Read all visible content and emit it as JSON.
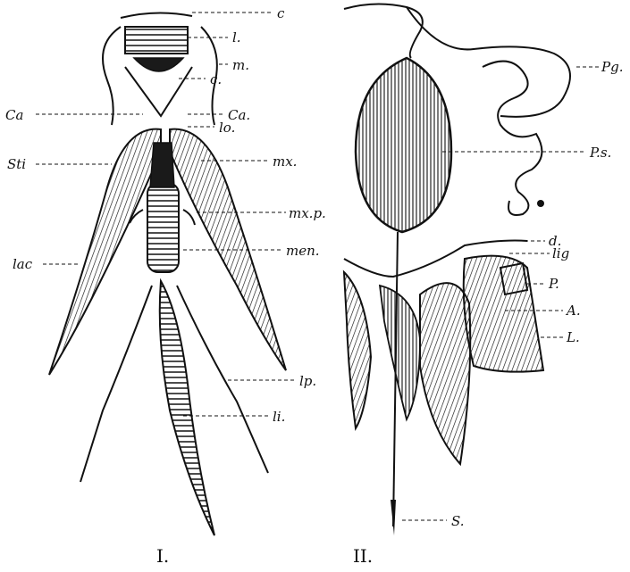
{
  "figure_I": {
    "numeral": "I.",
    "labels": {
      "c": "c",
      "l": "l.",
      "m": "m.",
      "c2": "c.",
      "ca_left": "Ca",
      "ca_right": "Ca.",
      "lo": "lo.",
      "sti": "Sti",
      "mx": "mx.",
      "mxp": "mx.p.",
      "men": "men.",
      "lac": "lac",
      "lp": "lp.",
      "li": "li."
    }
  },
  "figure_II": {
    "numeral": "II.",
    "labels": {
      "pg": "Pg.",
      "ps": "P.s.",
      "d": "d.",
      "lig": "lig",
      "p": "P.",
      "a": "A.",
      "l": "L.",
      "s": "S."
    }
  }
}
